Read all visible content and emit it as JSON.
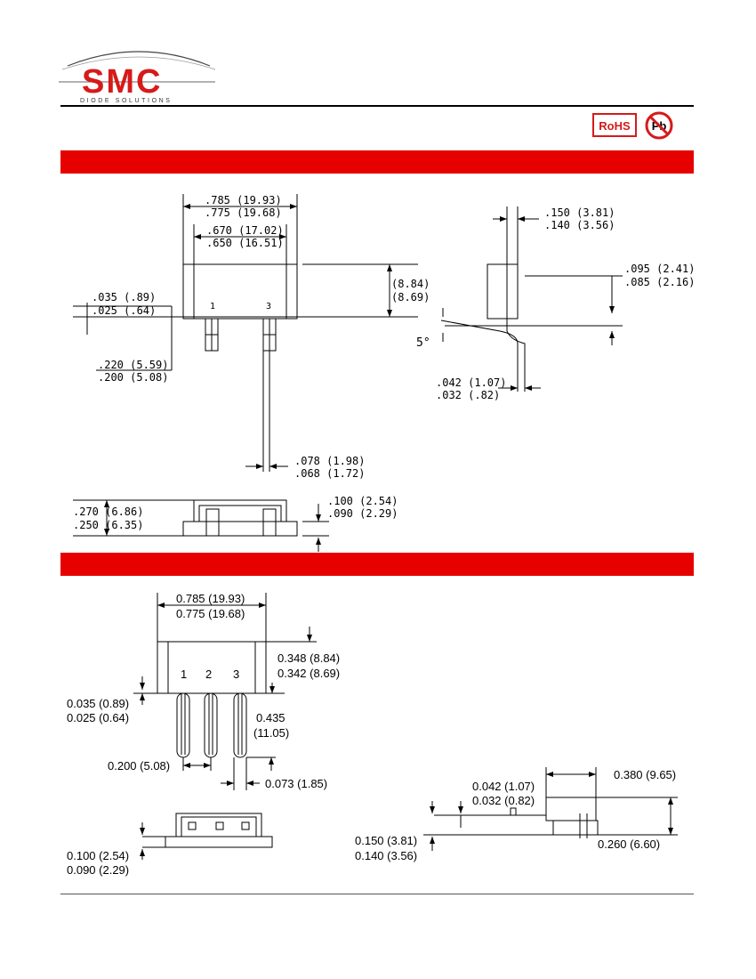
{
  "logo": {
    "brand": "SMC",
    "tagline": "DIODE SOLUTIONS"
  },
  "badges": {
    "rohs": "RoHS",
    "pb": "Pb"
  },
  "drawing1": {
    "overall_width": [
      ".785 (19.93)",
      ".775 (19.68)"
    ],
    "inner_width": [
      ".670 (17.02)",
      ".650 (16.51)"
    ],
    "height": [
      "(8.84)",
      "(8.69)"
    ],
    "standoff": [
      ".035 (.89)",
      ".025 (.64)"
    ],
    "pin_labels": [
      "1",
      "3"
    ],
    "pin_spacing": [
      ".220 (5.59)",
      ".200 (5.08)"
    ],
    "lead_width": [
      ".078 (1.98)",
      ".068 (1.72)"
    ],
    "side_thickness": [
      ".150 (3.81)",
      ".140 (3.56)"
    ],
    "side_offset": [
      ".095 (2.41)",
      ".085 (2.16)"
    ],
    "angle": "5°",
    "lead_thickness": [
      ".042 (1.07)",
      ".032 (.82)"
    ],
    "bottom_height": [
      ".270 (6.86)",
      ".250 (6.35)"
    ],
    "bottom_step": [
      ".100 (2.54)",
      ".090 (2.29)"
    ]
  },
  "drawing2": {
    "overall_width": [
      "0.785 (19.93)",
      "0.775 (19.68)"
    ],
    "height": [
      "0.348 (8.84)",
      "0.342 (8.69)"
    ],
    "pin_labels": [
      "1",
      "2",
      "3"
    ],
    "standoff": [
      "0.035 (0.89)",
      "0.025 (0.64)"
    ],
    "lead_length": [
      "0.435",
      "(11.05)"
    ],
    "pin_spacing": "0.200 (5.08)",
    "lead_width": "0.073 (1.85)",
    "bottom_step": [
      "0.100 (2.54)",
      "0.090 (2.29)"
    ],
    "side_thickness": [
      "0.150 (3.81)",
      "0.140 (3.56)"
    ],
    "lead_thickness": [
      "0.042 (1.07)",
      "0.032 (0.82)"
    ],
    "side_length": "0.380 (9.65)",
    "side_height": "0.260 (6.60)"
  }
}
